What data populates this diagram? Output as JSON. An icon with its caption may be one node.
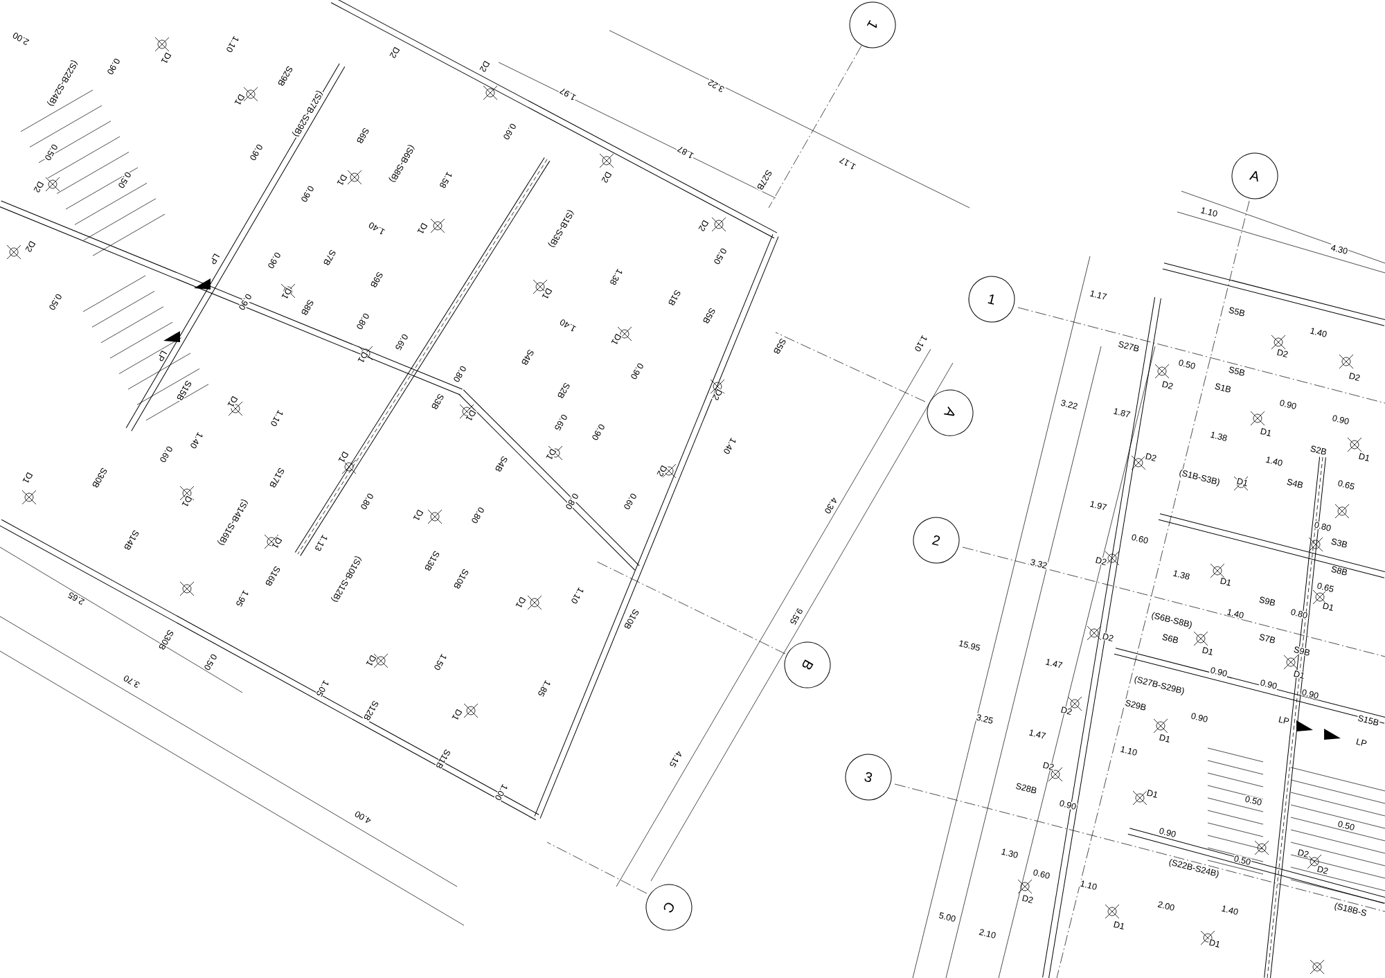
{
  "diagram": {
    "nodes": [
      {
        "text": [
          "1"
        ]
      },
      {
        "text": [
          "A"
        ]
      },
      {
        "text": [
          "1"
        ]
      },
      {
        "text": [
          "A"
        ]
      },
      {
        "text": [
          "2"
        ]
      },
      {
        "text": [
          "B"
        ]
      },
      {
        "text": [
          "3"
        ]
      },
      {
        "text": [
          "C"
        ]
      }
    ],
    "labels": [
      "2.00",
      "(S22B-S24B)",
      "D1",
      "0.90",
      "1.10",
      "S29B",
      "D1",
      "(S27B-S29B)",
      "0.90",
      "0.50",
      "D2",
      "0.50",
      "D2",
      "0.50",
      "LP",
      "LP",
      "D2",
      "D2",
      "1.97",
      "0.60",
      "D2",
      "3.22",
      "1.87",
      "S27B",
      "D2",
      "0.50",
      "1.17",
      "S6B",
      "(S6B-S8B)",
      "D1",
      "1.58",
      "D1",
      "1.40",
      "0.90",
      "(S1B-S3B)",
      "1.38",
      "D1",
      "D1",
      "S1B",
      "S5B",
      "1.40",
      "S5B",
      "1.10",
      "D2",
      "S7B",
      "0.90",
      "D1",
      "0.90",
      "S9B",
      "S8B",
      "0.80",
      "D1",
      "0.65",
      "S4B",
      "0.65",
      "D1",
      "0.80",
      "S3B",
      "0.90",
      "S2B",
      "0.90",
      "D1",
      "D2",
      "1.40",
      "S15B",
      "D1",
      "1.10",
      "1.40",
      "0.60",
      "S30B",
      "S17B",
      "D1",
      "D1",
      "S14B",
      "D1",
      "(S14B-S16B)",
      "D1",
      "0.80",
      "1.95",
      "S16B",
      "1.13",
      "(S10B-S12B)",
      "D1",
      "S13B",
      "S10B",
      "2.65",
      "S30B",
      "0.50",
      "3.70",
      "1.05",
      "D1",
      "S12B",
      "1.50",
      "D1",
      "S11B",
      "1.00",
      "1.85",
      "D1",
      "1.10",
      "S10B",
      "0.80",
      "0.80",
      "0.60",
      "4.00",
      "4.30",
      "9.55",
      "4.15",
      "S4B",
      "1.10",
      "4.30",
      "1.17",
      "S5B",
      "1.40",
      "D2",
      "D2",
      "S27B",
      "0.50",
      "S5B",
      "D2",
      "3.22",
      "1.87",
      "S1B",
      "0.90",
      "0.90",
      "D1",
      "1.38",
      "S2B",
      "D1",
      "1.40",
      "D2",
      "(S1B-S3B)",
      "D1",
      "S4B",
      "0.65",
      "1.97",
      "0.80",
      "S3B",
      "0.60",
      "D2",
      "3.32",
      "1.38",
      "D1",
      "S8B",
      "0.65",
      "1.40",
      "(S6B-S8B)",
      "S9B",
      "0.80",
      "D1",
      "15.95",
      "D2",
      "S6B",
      "D1",
      "S7B",
      "S9B",
      "D1",
      "1.47",
      "0.90",
      "0.90",
      "0.90",
      "(S27B-S29B)",
      "D2",
      "3.25",
      "S29B",
      "0.90",
      "D1",
      "LP",
      "S15B",
      "LP",
      "1.47",
      "1.10",
      "D2",
      "S28B",
      "D1",
      "0.90",
      "0.50",
      "0.50",
      "0.90",
      "1.30",
      "D2",
      "0.50",
      "D2",
      "(S22B-S24B)",
      "0.60",
      "1.10",
      "D2",
      "2.00",
      "1.40",
      "(S18B-S",
      "5.00",
      "2.10",
      "D1",
      "D1"
    ]
  }
}
